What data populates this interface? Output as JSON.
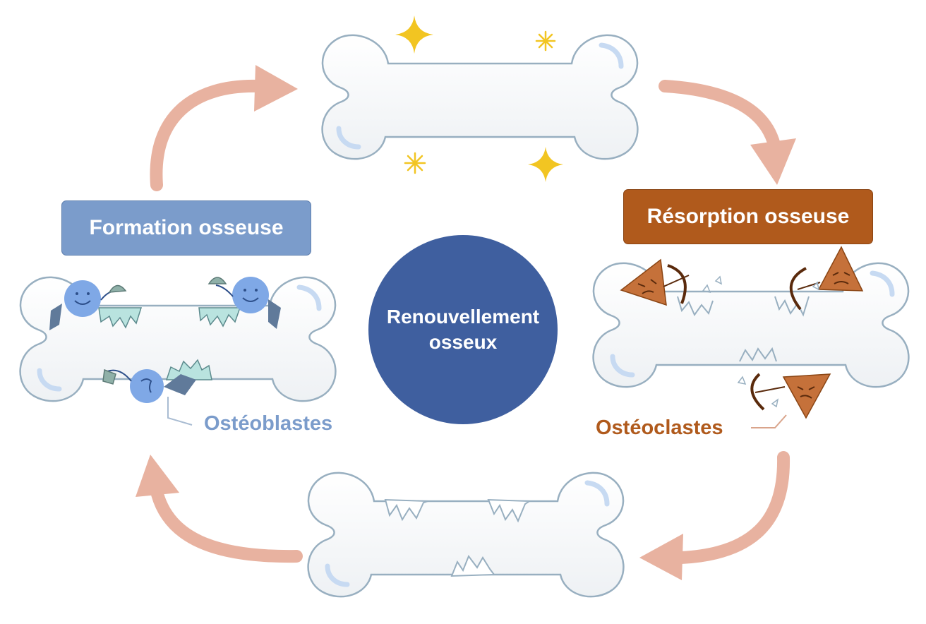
{
  "center": {
    "line1": "Renouvellement",
    "line2": "osseux"
  },
  "labels": {
    "formation": "Formation osseuse",
    "resorption": "Résorption osseuse",
    "osteoblasts": "Ostéoblastes",
    "osteoclasts": "Ostéoclastes"
  },
  "colors": {
    "formation": "#7b9ccb",
    "resorption": "#b05a1c",
    "center": "#3f5f9f",
    "arrow": "#e8b2a0",
    "bone_outline": "#98afc0",
    "sparkle": "#f2c522",
    "osteoblast_cell": "#7fa8e6",
    "osteoclast_cell": "#c5713a"
  },
  "stages": [
    {
      "stage": "healthy-bone",
      "icon": "sparkle-icon"
    },
    {
      "stage": "bone-resorption",
      "cell": "osteoclast-icon"
    },
    {
      "stage": "damaged-bone",
      "icon": "crack-icon"
    },
    {
      "stage": "bone-formation",
      "cell": "osteoblast-icon"
    }
  ]
}
